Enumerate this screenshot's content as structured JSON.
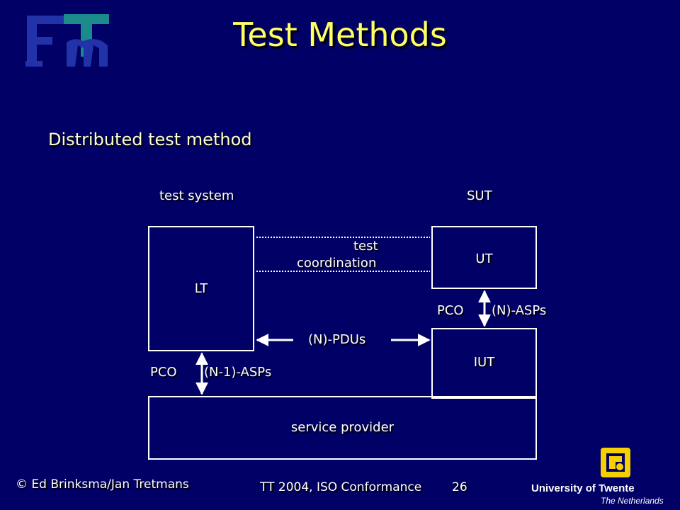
{
  "slide": {
    "title": "Test Methods",
    "subtitle": "Distributed test method"
  },
  "diagram": {
    "test_system_label": "test system",
    "sut_label": "SUT",
    "lt_label": "LT",
    "ut_label": "UT",
    "iut_label": "IUT",
    "service_provider_label": "service provider",
    "test_coordination_line1": "test",
    "test_coordination_line2": "coordination",
    "pco_upper": "PCO",
    "n_asps": "(N)-ASPs",
    "n_pdus": "(N)-PDUs",
    "pco_lower": "PCO",
    "n1_asps": "(N-1)-ASPs"
  },
  "footer": {
    "author": "© Ed Brinksma/Jan Tretmans",
    "course": "TT 2004, ISO Conformance",
    "page": "26",
    "university": "University of Twente",
    "country": "The Netherlands"
  },
  "colors": {
    "background": "#000066",
    "title": "#FFFF66",
    "text": "#FFFFFF",
    "logo_blue": "#2233AA",
    "logo_teal": "#1A8A8A",
    "ut_logo_yellow": "#F5D000"
  }
}
